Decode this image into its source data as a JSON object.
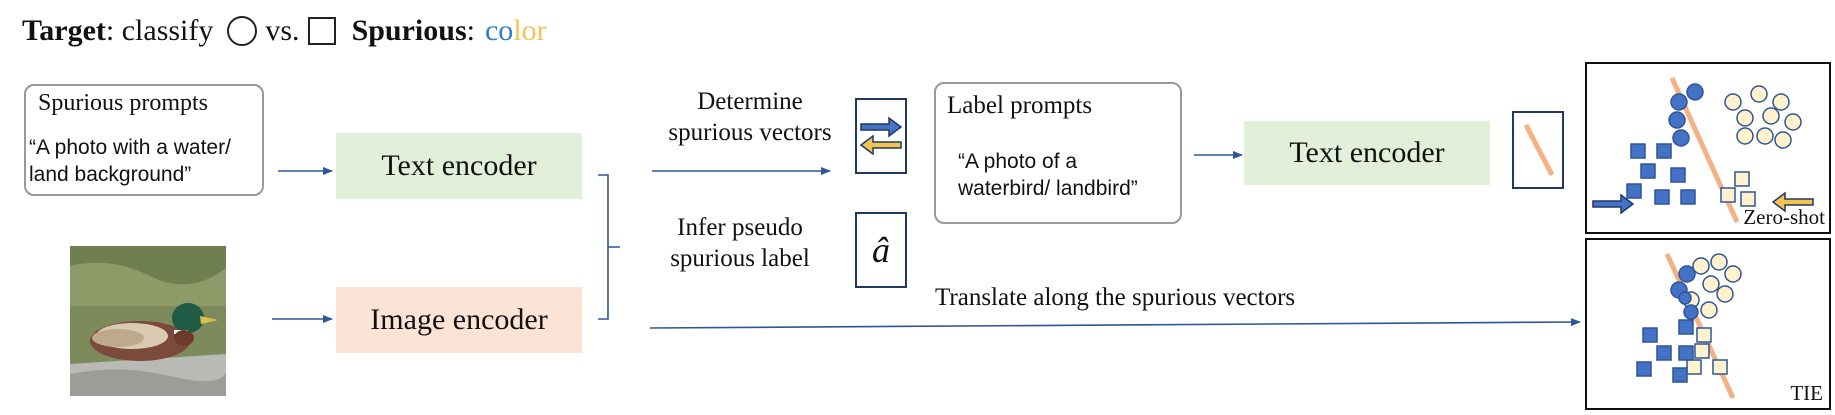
{
  "header": {
    "target_label": "Target",
    "target_text": ": classify",
    "vs_text": "vs.",
    "spurious_label": "Spurious",
    "spurious_colon": ":",
    "color_part1": "co",
    "color_part2": "lor",
    "colors": {
      "blue": "#2f7fc6",
      "yellow": "#f3c455"
    }
  },
  "spurious_prompts": {
    "title": "Spurious prompts",
    "text_line1": "“A photo with a water/",
    "text_line2": "land background”"
  },
  "text_encoder_1": {
    "label": "Text encoder"
  },
  "image_encoder": {
    "label": "Image encoder"
  },
  "determine": {
    "line1": "Determine",
    "line2": "spurious vectors"
  },
  "infer": {
    "line1": "Infer pseudo",
    "line2": "spurious label"
  },
  "pseudo_label_symbol": "â",
  "label_prompts": {
    "title": "Label prompts",
    "text_line1": "“A photo of a",
    "text_line2": "waterbird/ landbird”"
  },
  "text_encoder_2": {
    "label": "Text encoder"
  },
  "translate": {
    "label": "Translate along the spurious vectors"
  },
  "zero_shot": {
    "label": "Zero-shot"
  },
  "tie": {
    "label": "TIE"
  },
  "palette": {
    "blue_shape": "#4472c4",
    "yellow_shape": "#fff2cc",
    "boundary": "#f4b183",
    "arrow": "#2f5597",
    "navy": "#1f3864",
    "text_enc_bg": "#e2efd9",
    "img_enc_bg": "#fbe4d5"
  }
}
